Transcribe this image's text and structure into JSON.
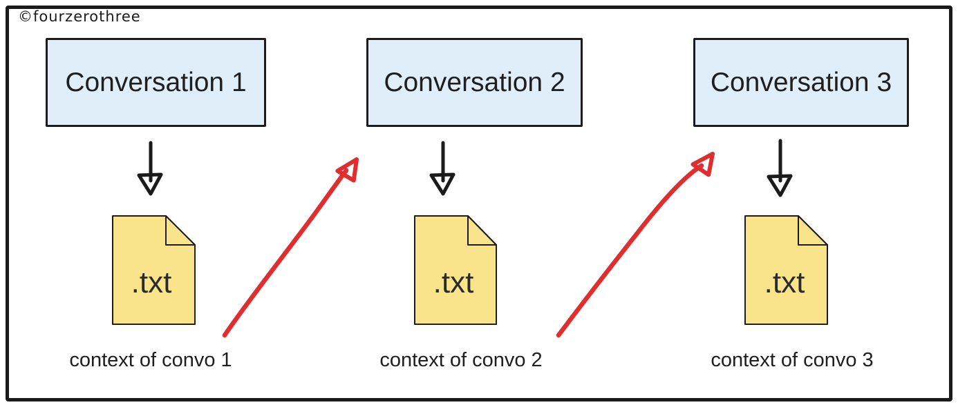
{
  "watermark": "©fourzerothree",
  "colors": {
    "ink": "#1b1b1b",
    "box_fill": "#e0eefa",
    "file_fill": "#f9e48b",
    "arrow_red": "#e02d2d",
    "background": "#ffffff"
  },
  "columns": [
    {
      "conversation": "Conversation 1",
      "file_label": ".txt",
      "caption": "context of convo 1"
    },
    {
      "conversation": "Conversation 2",
      "file_label": ".txt",
      "caption": "context of convo 2"
    },
    {
      "conversation": "Conversation 3",
      "file_label": ".txt",
      "caption": "context of convo 3"
    }
  ]
}
